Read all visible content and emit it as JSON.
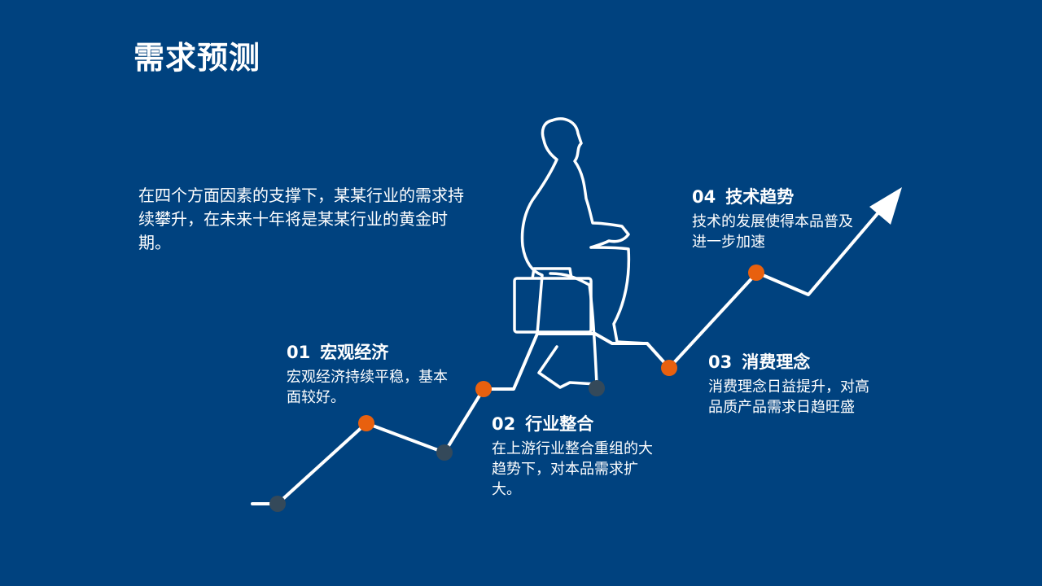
{
  "title": "需求预测",
  "intro": "在四个方面因素的支撑下，某某行业的需求持续攀升，在未来十年将是某某行业的黄金时期。",
  "steps": [
    {
      "num": "01",
      "title": "宏观经济",
      "desc": "宏观经济持续平稳，基本面较好。"
    },
    {
      "num": "02",
      "title": "行业整合",
      "desc": "在上游行业整合重组的大趋势下，对本品需求扩大。"
    },
    {
      "num": "03",
      "title": "消费理念",
      "desc": "消费理念日益提升，对高品质产品需求日趋旺盛"
    },
    {
      "num": "04",
      "title": "技术趋势",
      "desc": "技术的发展使得本品普及进一步加速"
    }
  ],
  "colors": {
    "background": "#00427f",
    "line": "#ffffff",
    "accent_dot": "#e8600e",
    "dark_dot": "#34495a"
  },
  "icons": [
    "climbing-man-outline-icon",
    "briefcase-outline-icon",
    "arrow-head-icon"
  ]
}
